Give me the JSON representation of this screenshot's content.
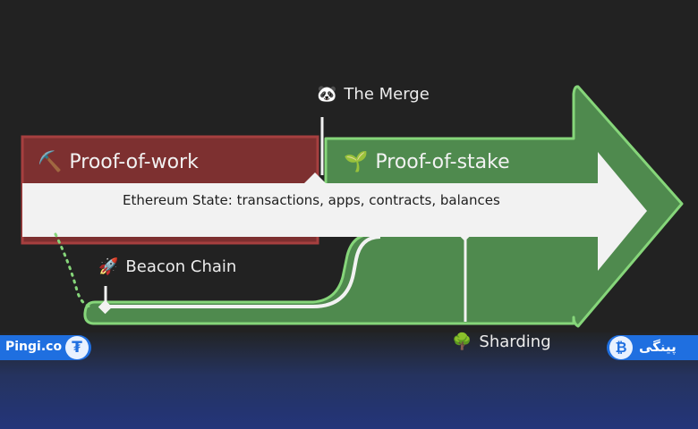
{
  "diagram": {
    "pow_label": "Proof-of-work",
    "pos_label": "Proof-of-stake",
    "state_label": "Ethereum State: transactions, apps, contracts, balances",
    "merge_label": "The Merge",
    "beacon_label": "Beacon Chain",
    "sharding_label": "Sharding",
    "icons": {
      "pickaxe": "⛏️",
      "seedling": "🌱",
      "panda": "🐼",
      "rocket": "🚀",
      "tree": "🌳"
    }
  },
  "branding": {
    "left_text": "Pingi.co",
    "left_icon": "₮",
    "right_text": "پینگی",
    "right_icon": "₿"
  },
  "colors": {
    "background": "#222222",
    "pow_fill": "#7d3030",
    "pow_border": "#a63f3f",
    "pos_fill": "#4f8a4e",
    "pos_border": "#86d67a",
    "state_band": "#f2f2f2",
    "brand_blue": "#1f6fe0"
  }
}
